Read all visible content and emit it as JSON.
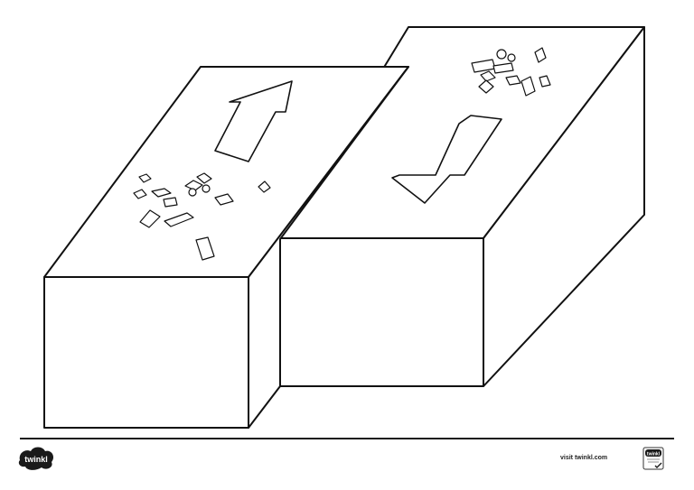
{
  "footer": {
    "logo_text": "twinkl",
    "visit_text": "visit twinkl.com",
    "badge_text": "twinkl",
    "logo_color": "#1a1a1a"
  },
  "diagram": {
    "subject": "transform fault block diagram",
    "left_block_arrow": "arrow-up-right",
    "right_block_arrow": "arrow-down-left",
    "line_color": "#111111",
    "fill_color": "#ffffff"
  }
}
